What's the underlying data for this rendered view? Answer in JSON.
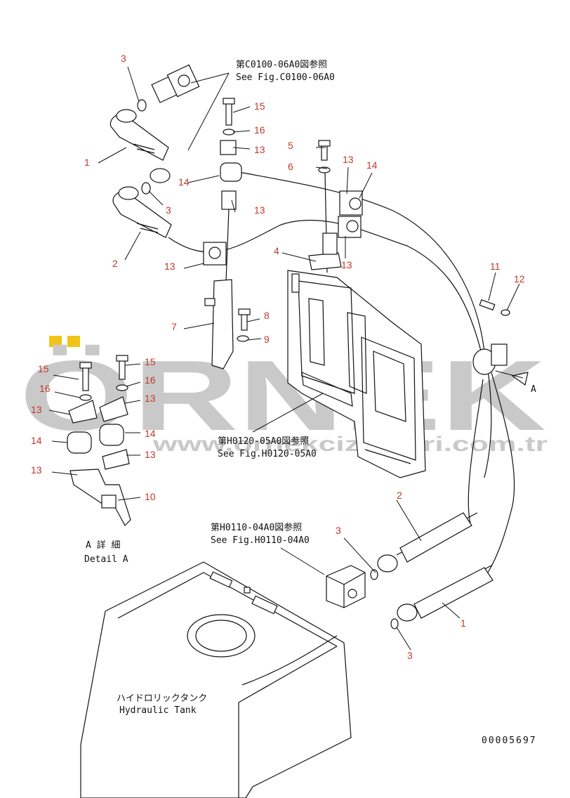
{
  "callouts": [
    {
      "id": "c1a",
      "label": "1"
    },
    {
      "id": "c1b",
      "label": "1"
    },
    {
      "id": "c2a",
      "label": "2"
    },
    {
      "id": "c2b",
      "label": "2"
    },
    {
      "id": "c3a",
      "label": "3"
    },
    {
      "id": "c3b",
      "label": "3"
    },
    {
      "id": "c3c",
      "label": "3"
    },
    {
      "id": "c3d",
      "label": "3"
    },
    {
      "id": "c4",
      "label": "4"
    },
    {
      "id": "c5",
      "label": "5"
    },
    {
      "id": "c6",
      "label": "6"
    },
    {
      "id": "c7",
      "label": "7"
    },
    {
      "id": "c8",
      "label": "8"
    },
    {
      "id": "c9",
      "label": "9"
    },
    {
      "id": "c10",
      "label": "10"
    },
    {
      "id": "c11",
      "label": "11"
    },
    {
      "id": "c12",
      "label": "12"
    },
    {
      "id": "c13a",
      "label": "13"
    },
    {
      "id": "c13b",
      "label": "13"
    },
    {
      "id": "c13c",
      "label": "13"
    },
    {
      "id": "c13d",
      "label": "13"
    },
    {
      "id": "c13e",
      "label": "13"
    },
    {
      "id": "c13f",
      "label": "13"
    },
    {
      "id": "c13g",
      "label": "13"
    },
    {
      "id": "c13h",
      "label": "13"
    },
    {
      "id": "c13i",
      "label": "13"
    },
    {
      "id": "c14a",
      "label": "14"
    },
    {
      "id": "c14b",
      "label": "14"
    },
    {
      "id": "c14c",
      "label": "14"
    },
    {
      "id": "c14d",
      "label": "14"
    },
    {
      "id": "c15a",
      "label": "15"
    },
    {
      "id": "c15b",
      "label": "15"
    },
    {
      "id": "c15c",
      "label": "15"
    },
    {
      "id": "c16a",
      "label": "16"
    },
    {
      "id": "c16b",
      "label": "16"
    },
    {
      "id": "c16c",
      "label": "16"
    }
  ],
  "references": {
    "fig_c0100_jp": "第C0100-06A0図参照",
    "fig_c0100_en": "See Fig.C0100-06A0",
    "fig_h0120_jp": "第H0120-05A0図参照",
    "fig_h0120_en": "See Fig.H0120-05A0",
    "fig_h0110_jp": "第H0110-04A0図参照",
    "fig_h0110_en": "See Fig.H0110-04A0"
  },
  "detail": {
    "jp": "A 詳 細",
    "en": "Detail A"
  },
  "view_marker": "A",
  "tank": {
    "jp": "ハイドロリックタンク",
    "en": "Hydraulic Tank"
  },
  "drawing_number": "00005697",
  "watermark": {
    "brand": "ÖRNEK",
    "url": "www.ornekcizimlari.com.tr"
  },
  "colors": {
    "callout": "#c0392b",
    "line": "#111111",
    "watermark": "#c9c9c9",
    "accent_dots": "#f0c419"
  }
}
